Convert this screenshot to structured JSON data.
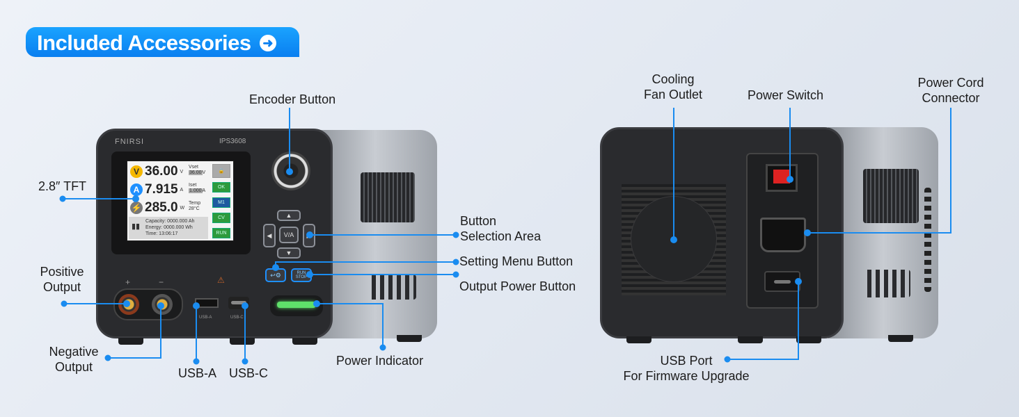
{
  "header": {
    "title": "Included Accessories",
    "icon": "arrow-right-circle-icon"
  },
  "accent_color": "#0a84ff",
  "front_device": {
    "brand": "FNIRSI",
    "model": "IPS3608",
    "screen": {
      "voltage": "36.00",
      "voltage_unit": "V",
      "vset_label": "Vset",
      "vset": "36.00",
      "vset_unit": "V",
      "current": "7.915",
      "current_unit": "A",
      "iset_label": "Iset",
      "iset": "1.000",
      "iset_unit": "A",
      "power": "285.0",
      "power_unit": "W",
      "temp_label": "Temp",
      "temp": "28°C",
      "side_buttons": [
        "OK",
        "M1",
        "CV",
        "RUN"
      ],
      "capacity": "Capacity: 0000.000 Ah",
      "energy": "Energy: 0000.000 Wh",
      "time": "Time: 13:06:17"
    },
    "keys": {
      "center": "V/A",
      "run_stop": "RUN STOP"
    },
    "ports": {
      "usb_a": "USB-A",
      "usb_c": "USB-C",
      "plus": "+",
      "minus": "−"
    }
  },
  "callouts": {
    "encoder": "Encoder Button",
    "tft": "2.8″ TFT",
    "button_area": [
      "Button",
      "Selection Area"
    ],
    "setting_menu": "Setting Menu Button",
    "output_power": "Output Power Button",
    "positive": [
      "Positive",
      "Output"
    ],
    "negative": [
      "Negative",
      "Output"
    ],
    "usb_a": "USB-A",
    "usb_c": "USB-C",
    "power_indicator": "Power Indicator",
    "cooling": [
      "Cooling",
      "Fan Outlet"
    ],
    "power_switch": "Power Switch",
    "power_cord": [
      "Power Cord",
      "Connector"
    ],
    "usb_port": [
      "USB Port",
      "For Firmware Upgrade"
    ]
  }
}
